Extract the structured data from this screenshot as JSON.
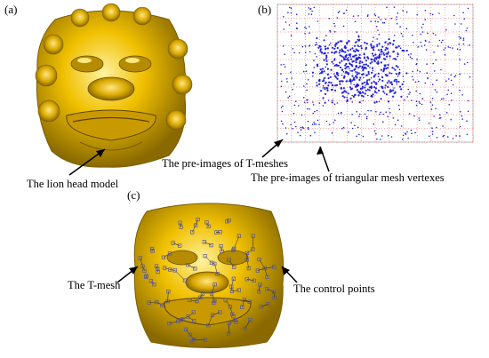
{
  "panels": {
    "a": {
      "label": "(a)",
      "caption": "The lion head model"
    },
    "b": {
      "label": "(b)",
      "caption_tmesh": "The pre-images of T-meshes",
      "caption_vertices": "The pre-images of triangular mesh vertexes"
    },
    "c": {
      "label": "(c)",
      "caption_tmesh": "The T-mesh",
      "caption_control": "The control points"
    }
  },
  "colors": {
    "model_gold": "#e6b800",
    "model_shadow": "#8a6a00",
    "vertex_blue": "#2222dd",
    "tmesh_red": "#ff2222",
    "control_point": "#5555aa"
  }
}
